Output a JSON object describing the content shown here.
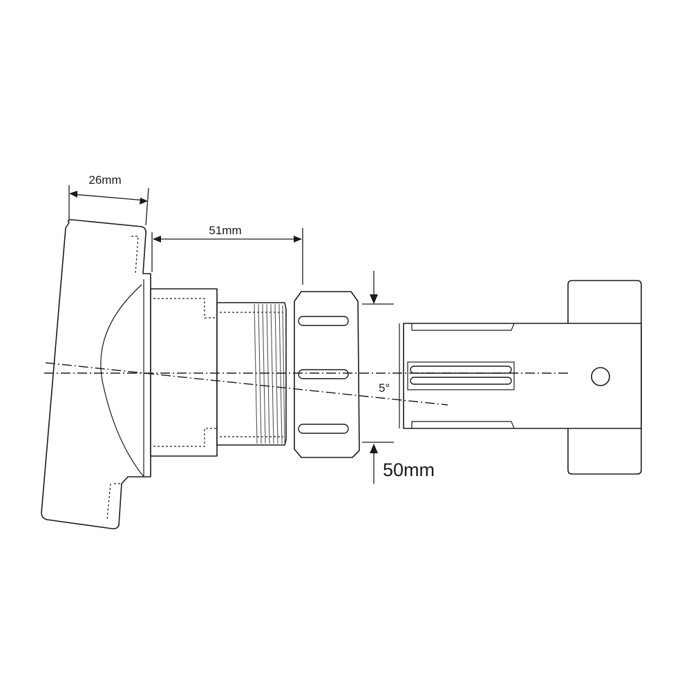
{
  "dimensions": {
    "flange_thickness": "26mm",
    "thread_length": "51mm",
    "pipe_diameter": "50mm",
    "tilt_angle": "5°"
  }
}
